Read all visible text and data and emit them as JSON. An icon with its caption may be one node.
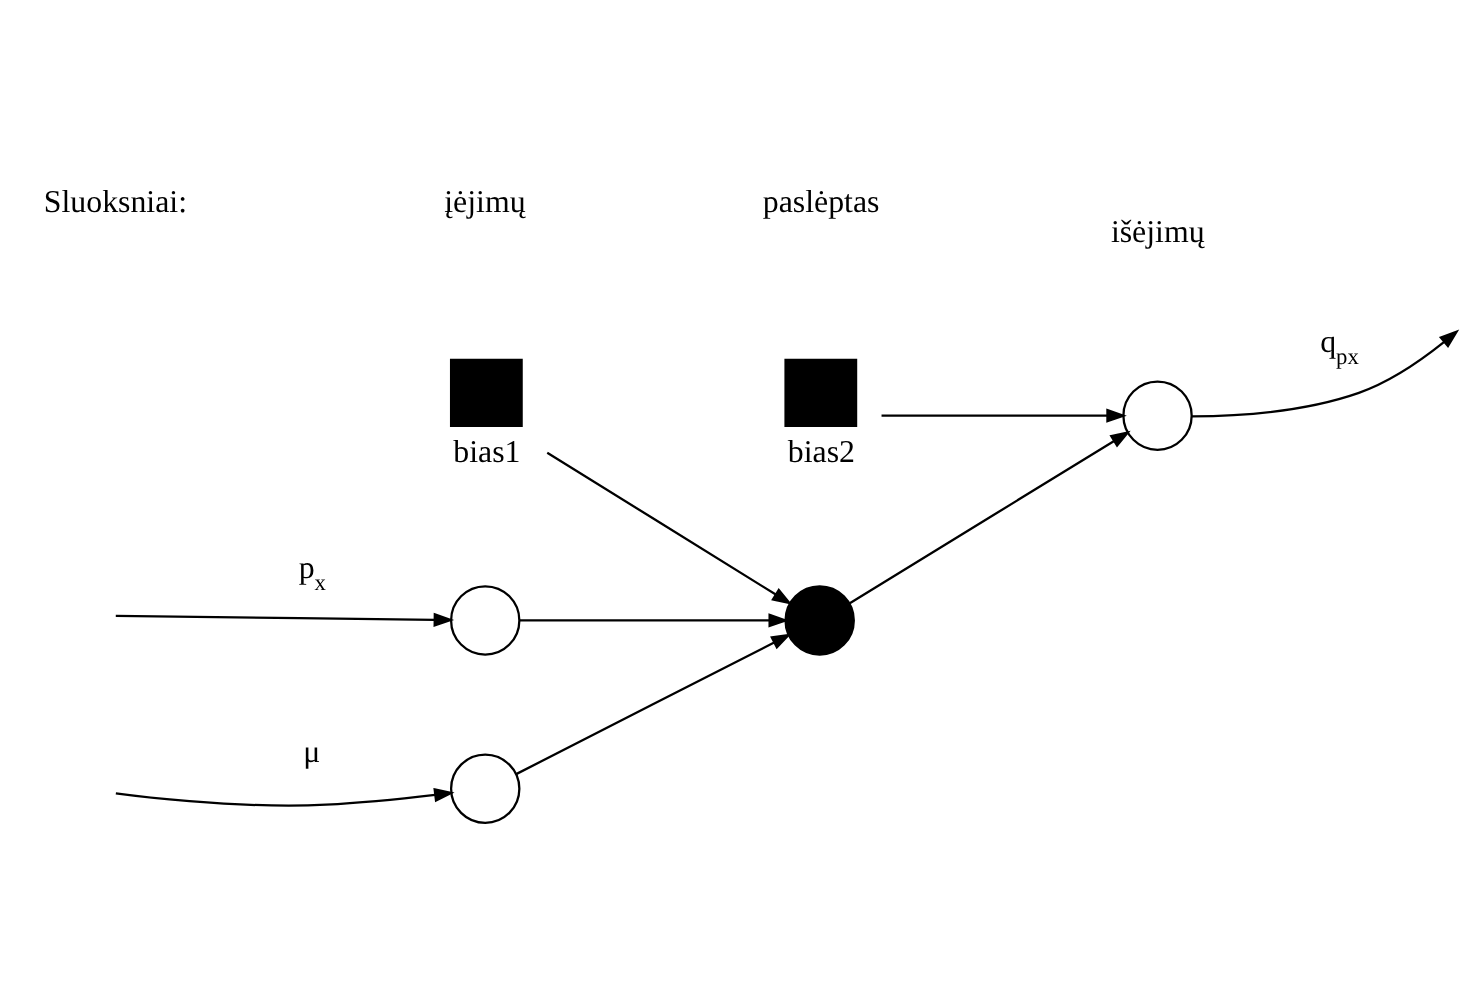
{
  "diagram": {
    "nodes": [
      {
        "text": [],
        "shape": "circle"
      },
      {
        "text": [],
        "shape": "circle"
      },
      {
        "text": [],
        "shape": "circle"
      },
      {
        "text": [],
        "shape": "circle"
      },
      {
        "text": [
          "bias1"
        ]
      },
      {
        "text": [
          "bias2"
        ]
      }
    ],
    "edges": [
      {
        "from": null,
        "to": 0,
        "arrow": "to",
        "label": "μ"
      },
      {
        "from": null,
        "to": 1,
        "arrow": "to",
        "label": "p$_{x}$"
      },
      {
        "from": 0,
        "to": 2,
        "arrow": "to"
      },
      {
        "from": 1,
        "to": 2,
        "arrow": "to"
      },
      {
        "from": 4,
        "to": 2,
        "arrow": "to"
      },
      {
        "from": 2,
        "to": 3,
        "arrow": "to"
      },
      {
        "from": 5,
        "to": 3,
        "arrow": "to"
      },
      {
        "from": 3,
        "to": null,
        "arrow": "to",
        "label": "q$_{px}$"
      }
    ],
    "labels": [
      "Sluoksniai:",
      "įėjimų",
      "paslėptas",
      "išėjimų"
    ]
  }
}
